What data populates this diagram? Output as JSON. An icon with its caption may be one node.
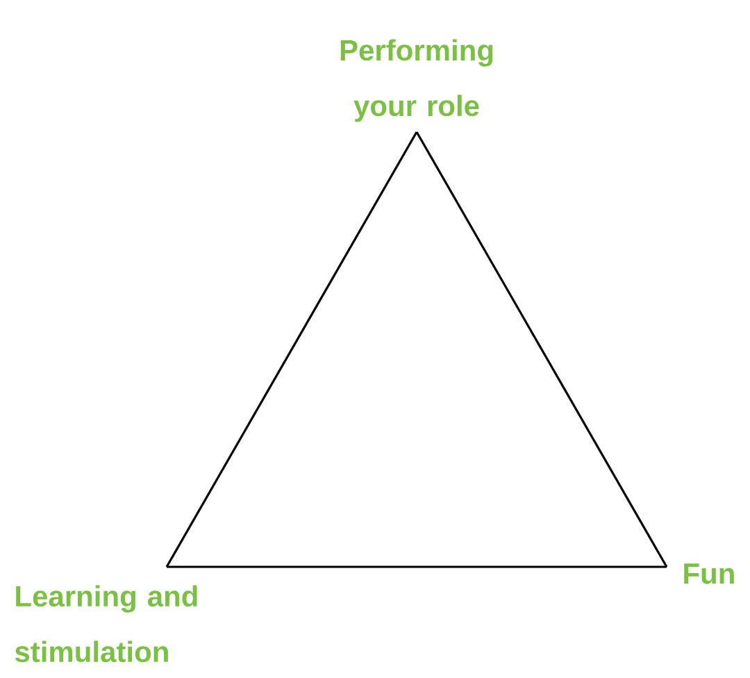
{
  "diagram": {
    "nodes": [
      {
        "text": [
          "Performing your role"
        ]
      },
      {
        "text": [
          "Fun"
        ]
      },
      {
        "text": [
          "Learning and stimulation"
        ]
      }
    ],
    "edges": [
      {
        "from": 0,
        "to": 1,
        "arrow": "none"
      },
      {
        "from": 1,
        "to": 2,
        "arrow": "none"
      },
      {
        "from": 2,
        "to": 0,
        "arrow": "none"
      }
    ]
  }
}
